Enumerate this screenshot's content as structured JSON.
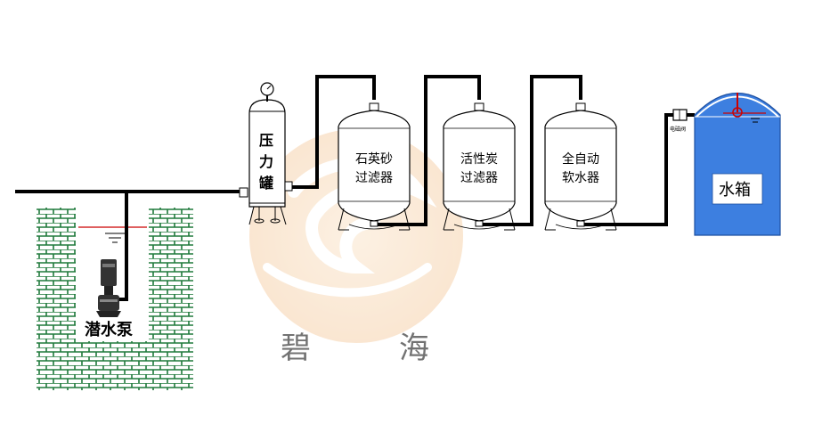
{
  "diagram": {
    "labels": {
      "pump": "潜水泵",
      "pressure_tank_1": "压",
      "pressure_tank_2": "力",
      "pressure_tank_3": "罐",
      "quartz_1": "石英砂",
      "quartz_2": "过滤器",
      "carbon_1": "活性炭",
      "carbon_2": "过滤器",
      "softener_1": "全自动",
      "softener_2": "软水器",
      "water_tank": "水箱",
      "valve": "电磁阀",
      "watermark_left": "碧",
      "watermark_right": "海"
    },
    "icons": [
      "submersible-pump-icon",
      "pressure-gauge-icon",
      "float-valve-icon",
      "solenoid-valve-icon"
    ],
    "colors": {
      "line": "#000000",
      "well_brick": "#1f7a3c",
      "water_level": "#cc0000",
      "water_tank_fill": "#3d7fe0",
      "watermark": "#f6d9b8"
    }
  }
}
